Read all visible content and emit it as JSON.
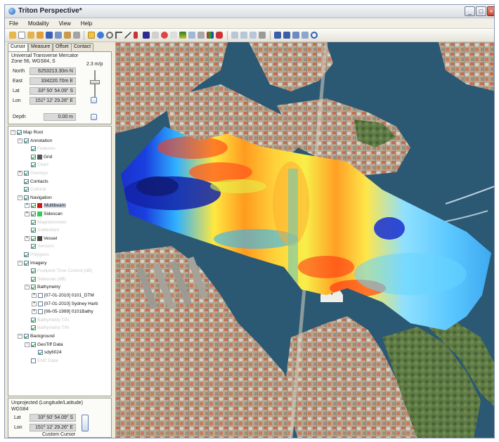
{
  "window": {
    "title": "Triton Perspective*"
  },
  "menu": [
    "File",
    "Modality",
    "View",
    "Help"
  ],
  "tabs": [
    "Cursor",
    "Measure",
    "Offset",
    "Contact"
  ],
  "cursor": {
    "projection": "Universal Transverse Mercator",
    "zone": "Zone 56, WGS84, S",
    "north_label": "North",
    "north": "6253213.30m N",
    "east_label": "East",
    "east": "334220.70m E",
    "lat_label": "Lat",
    "lat": "33º 50' 54.09\" S",
    "lon_label": "Lon",
    "lon": "151º 12' 29.26\" E",
    "depth_label": "Depth",
    "depth": "0.00 m",
    "scale": "2.3 m/p"
  },
  "tree": [
    {
      "label": "Map Root",
      "level": 0,
      "exp": "-",
      "cb": "on"
    },
    {
      "label": "Annotation",
      "level": 1,
      "exp": "-",
      "cb": "on"
    },
    {
      "label": "Features",
      "level": 2,
      "exp": "",
      "cb": "on",
      "dim": true
    },
    {
      "label": "Grid",
      "level": 2,
      "exp": "",
      "cb": "on",
      "swatch": "#555555"
    },
    {
      "label": "Chart",
      "level": 2,
      "exp": "",
      "cb": "on",
      "dim": true
    },
    {
      "label": "Overlays",
      "level": 1,
      "exp": "+",
      "cb": "on",
      "dim": true
    },
    {
      "label": "Contacts",
      "level": 1,
      "exp": "",
      "cb": "on"
    },
    {
      "label": "Cultural",
      "level": 1,
      "exp": "",
      "cb": "on",
      "dim": true
    },
    {
      "label": "Navigation",
      "level": 1,
      "exp": "-",
      "cb": "on"
    },
    {
      "label": "Multibeam",
      "level": 2,
      "exp": "+",
      "cb": "on",
      "swatch": "#d01818",
      "sel": true
    },
    {
      "label": "Sidescan",
      "level": 2,
      "exp": "+",
      "cb": "on",
      "swatch": "#33cc55"
    },
    {
      "label": "Magnetometer",
      "level": 2,
      "exp": "",
      "cb": "on",
      "dim": true
    },
    {
      "label": "Subbottom",
      "level": 2,
      "exp": "",
      "cb": "on",
      "dim": true
    },
    {
      "label": "Vessel",
      "level": 2,
      "exp": "+",
      "cb": "on",
      "swatch": "#444444"
    },
    {
      "label": "Sensors",
      "level": 2,
      "exp": "",
      "cb": "on",
      "dim": true
    },
    {
      "label": "Polygons",
      "level": 1,
      "exp": "",
      "cb": "on",
      "dim": true
    },
    {
      "label": "Imagery",
      "level": 1,
      "exp": "-",
      "cb": "on"
    },
    {
      "label": "Footprint Time Control (dB)",
      "level": 2,
      "exp": "",
      "cb": "on",
      "dim": true
    },
    {
      "label": "Sidescan (dB)",
      "level": 2,
      "exp": "",
      "cb": "on",
      "dim": true
    },
    {
      "label": "Bathymetry",
      "level": 2,
      "exp": "-",
      "cb": "on"
    },
    {
      "label": "[07-01-2010] 0101_DTM",
      "level": 3,
      "exp": "+",
      "cb": "off"
    },
    {
      "label": "[07-01-2010] Sydney Harb",
      "level": 3,
      "exp": "+",
      "cb": "off"
    },
    {
      "label": "[06-05-1999] 0101Bathy",
      "level": 3,
      "exp": "+",
      "cb": "off"
    },
    {
      "label": "Bathymetry TIN",
      "level": 2,
      "exp": "",
      "cb": "on",
      "dim": true
    },
    {
      "label": "Bathymetry TIN",
      "level": 2,
      "exp": "",
      "cb": "on",
      "dim": true
    },
    {
      "label": "Background",
      "level": 1,
      "exp": "-",
      "cb": "on"
    },
    {
      "label": "GeoTiff Data",
      "level": 2,
      "exp": "-",
      "cb": "on"
    },
    {
      "label": "sdy6024",
      "level": 3,
      "exp": "",
      "cb": "on"
    },
    {
      "label": "ENC Data",
      "level": 2,
      "exp": "",
      "cb": "off",
      "dim": true
    }
  ],
  "bottom": {
    "header": "Unprojected (Longitude/Latitude)",
    "datum": "WGS84",
    "lat_label": "Lat",
    "lat": "33º 50' 54.09\" S",
    "lon_label": "Lon",
    "lon": "151º 12' 29.26\" E",
    "custom_cursor": "Custom Cursor"
  },
  "colors": {
    "water": "#2c5a74",
    "land": "#7a8b64",
    "urban": "#b9aa96",
    "window_bg": "#ece9d8"
  }
}
